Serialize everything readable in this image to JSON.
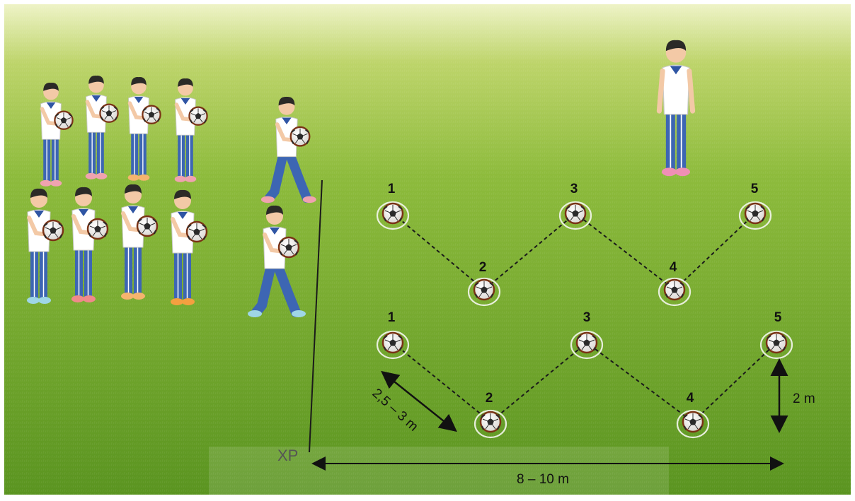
{
  "colors": {
    "grass_light": "#eef3c6",
    "grass_mid": "#a9c94b",
    "grass_dark": "#5f9a22",
    "shirt": "#ffffff",
    "trousers": "#3d66b3",
    "collar": "#2f55a4",
    "hair": "#2b2a27",
    "skin": "#f3c9a6",
    "ball_rim": "#8b3a1c",
    "guide_line": "#1a1a1a"
  },
  "illustration": {
    "description": "Students in a column dribbling/holding balls beside a zigzag course of ten balls laid on grass",
    "row_top": {
      "numbers": [
        "1",
        "2",
        "3",
        "4",
        "5"
      ]
    },
    "row_bottom": {
      "numbers": [
        "1",
        "2",
        "3",
        "4",
        "5"
      ]
    },
    "measurements": {
      "diagonal": "2,5 – 3 m",
      "vertical": "2 m",
      "horizontal": "8 – 10 m",
      "start_label": "XP"
    },
    "icons": [
      "soccer-ball-icon",
      "student-figure",
      "teacher-figure"
    ]
  }
}
